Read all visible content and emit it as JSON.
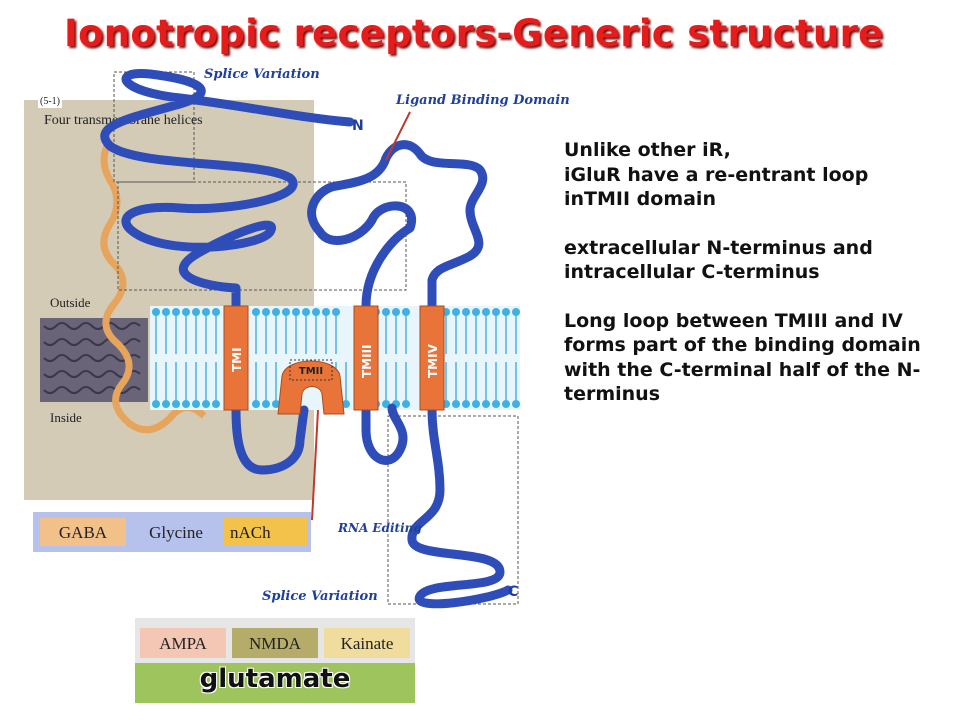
{
  "title": "Ionotropic receptors-Generic structure",
  "inset": {
    "heading": "Four transmembrane helices",
    "outside_label": "Outside",
    "inside_label": "Inside",
    "corner_mark": "(5-1)",
    "receptor_types": [
      "GABA",
      "Glycine",
      "nACh"
    ]
  },
  "diagram_labels": {
    "splice_top": "Splice Variation",
    "ligand_binding": "Ligand Binding Domain",
    "n_terminus": "N",
    "c_terminus": "C",
    "tm1": "TMI",
    "tm2": "TMII",
    "tm3": "TMIII",
    "tm4": "TMIV",
    "rna_editing": "RNA Editing",
    "splice_bottom": "Splice Variation"
  },
  "glutamate_box": {
    "types": [
      "AMPA",
      "NMDA",
      "Kainate"
    ],
    "label": "glutamate"
  },
  "notes": [
    "Unlike other iR,\niGluR have a re-entrant loop inTMII domain",
    "extracellular N-terminus and intracellular C-terminus",
    "Long loop between TMIII and IV forms part of the binding domain with the C-terminal half of the N-terminus"
  ],
  "colors": {
    "title": "#e51c1c",
    "chain": "#2f4db8",
    "helix": "#e8743a",
    "membrane": "#5bb8e6",
    "inset_bg": "#d9d0bc"
  }
}
